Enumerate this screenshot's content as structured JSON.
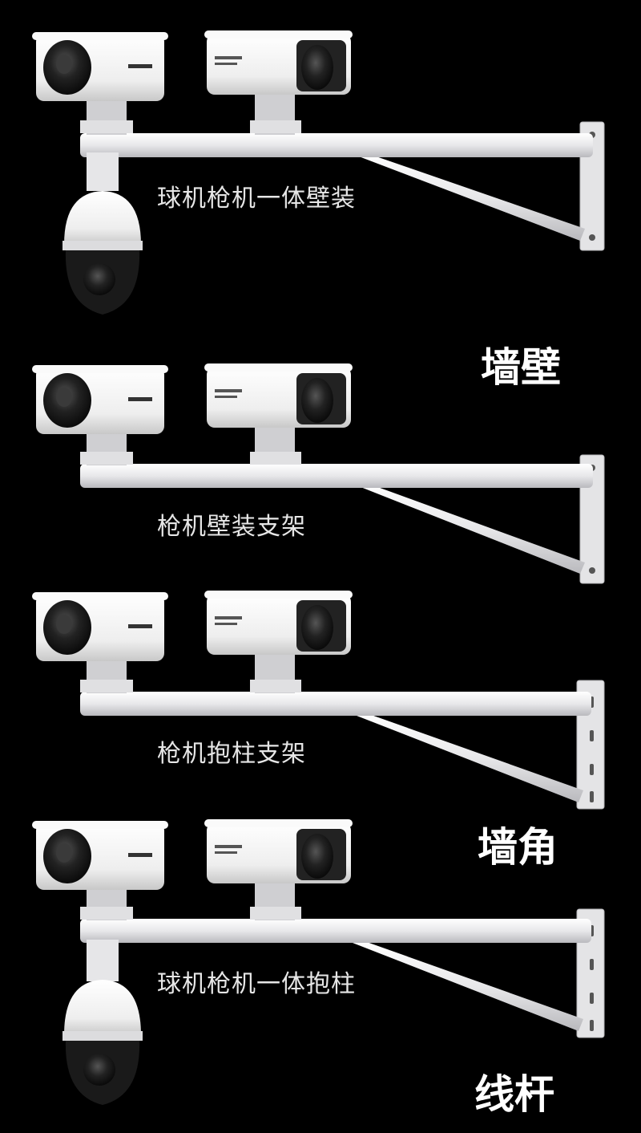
{
  "scenes": [
    {
      "caption": "球机枪机一体壁装",
      "has_dome": true,
      "mount": "wall"
    },
    {
      "caption": "枪机壁装支架",
      "has_dome": false,
      "mount": "wall"
    },
    {
      "caption": "枪机抱柱支架",
      "has_dome": false,
      "mount": "pole"
    },
    {
      "caption": "球机枪机一体抱柱",
      "has_dome": true,
      "mount": "pole"
    }
  ],
  "categories": {
    "wall": "墙壁",
    "corner": "墙角",
    "pole": "线杆"
  },
  "colors": {
    "background": "#000000",
    "bracket": "#e9e9eb",
    "camera_body": "#f1f1f1",
    "lens": "#1b1b1b",
    "caption_text": "#e6e6e6"
  }
}
